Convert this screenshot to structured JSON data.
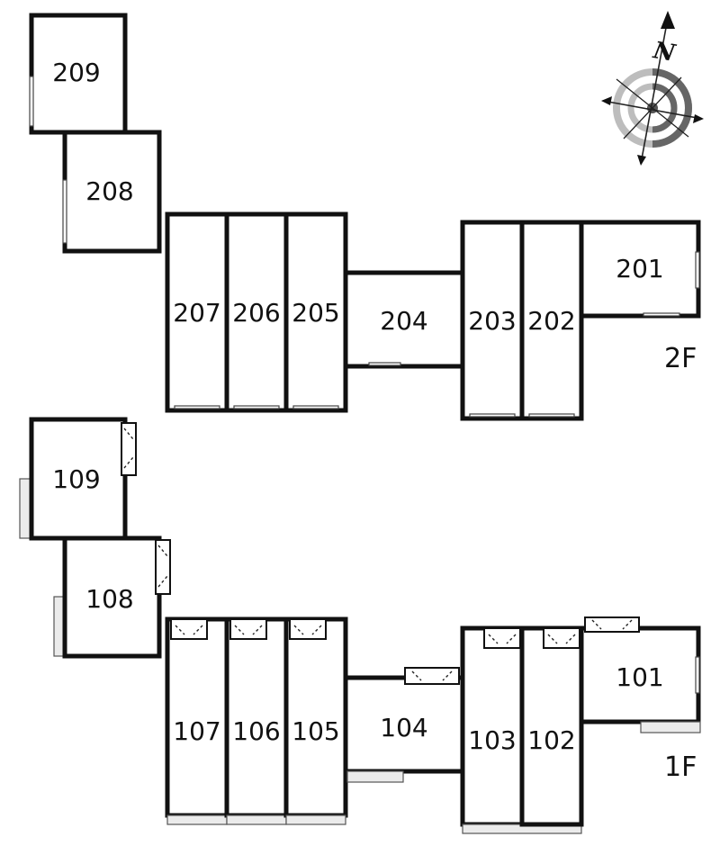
{
  "floors": {
    "second": {
      "label": "2F",
      "rooms": [
        "209",
        "208",
        "207",
        "206",
        "205",
        "204",
        "203",
        "202",
        "201"
      ]
    },
    "first": {
      "label": "1F",
      "rooms": [
        "109",
        "108",
        "107",
        "106",
        "105",
        "104",
        "103",
        "102",
        "101"
      ]
    }
  },
  "compass": {
    "north_label": "N",
    "icon": "compass-rose-icon"
  }
}
